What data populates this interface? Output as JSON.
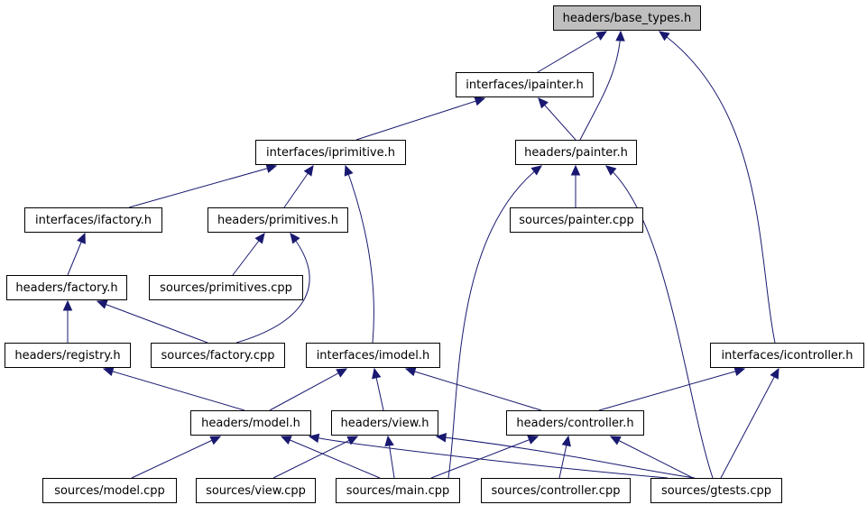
{
  "nodes": {
    "base_types": "headers/base_types.h",
    "ipainter": "interfaces/ipainter.h",
    "iprimitive": "interfaces/iprimitive.h",
    "painter_h": "headers/painter.h",
    "ifactory": "interfaces/ifactory.h",
    "primitives_h": "headers/primitives.h",
    "painter_cpp": "sources/painter.cpp",
    "factory_h": "headers/factory.h",
    "primitives_cpp": "sources/primitives.cpp",
    "registry_h": "headers/registry.h",
    "factory_cpp": "sources/factory.cpp",
    "imodel": "interfaces/imodel.h",
    "icontroller": "interfaces/icontroller.h",
    "model_h": "headers/model.h",
    "view_h": "headers/view.h",
    "controller_h": "headers/controller.h",
    "model_cpp": "sources/model.cpp",
    "view_cpp": "sources/view.cpp",
    "main_cpp": "sources/main.cpp",
    "controller_cpp": "sources/controller.cpp",
    "gtests_cpp": "sources/gtests.cpp"
  },
  "highlighted_node": "base_types",
  "colors": {
    "edge": "#191970",
    "highlight_fill": "#bfbfbf",
    "node_fill": "#ffffff",
    "node_border": "#000000"
  },
  "edges": [
    {
      "from": "ipainter",
      "to": "base_types"
    },
    {
      "from": "painter_h",
      "to": "base_types"
    },
    {
      "from": "icontroller",
      "to": "base_types"
    },
    {
      "from": "iprimitive",
      "to": "ipainter"
    },
    {
      "from": "painter_h",
      "to": "ipainter"
    },
    {
      "from": "ifactory",
      "to": "iprimitive"
    },
    {
      "from": "primitives_h",
      "to": "iprimitive"
    },
    {
      "from": "imodel",
      "to": "iprimitive"
    },
    {
      "from": "main_cpp",
      "to": "painter_h"
    },
    {
      "from": "painter_cpp",
      "to": "painter_h"
    },
    {
      "from": "gtests_cpp",
      "to": "painter_h"
    },
    {
      "from": "factory_h",
      "to": "ifactory"
    },
    {
      "from": "primitives_cpp",
      "to": "primitives_h"
    },
    {
      "from": "factory_cpp",
      "to": "primitives_h"
    },
    {
      "from": "registry_h",
      "to": "factory_h"
    },
    {
      "from": "factory_cpp",
      "to": "factory_h"
    },
    {
      "from": "model_h",
      "to": "registry_h"
    },
    {
      "from": "model_h",
      "to": "imodel"
    },
    {
      "from": "view_h",
      "to": "imodel"
    },
    {
      "from": "controller_h",
      "to": "imodel"
    },
    {
      "from": "controller_h",
      "to": "icontroller"
    },
    {
      "from": "gtests_cpp",
      "to": "icontroller"
    },
    {
      "from": "model_cpp",
      "to": "model_h"
    },
    {
      "from": "main_cpp",
      "to": "model_h"
    },
    {
      "from": "gtests_cpp",
      "to": "model_h"
    },
    {
      "from": "view_cpp",
      "to": "view_h"
    },
    {
      "from": "main_cpp",
      "to": "view_h"
    },
    {
      "from": "gtests_cpp",
      "to": "view_h"
    },
    {
      "from": "main_cpp",
      "to": "controller_h"
    },
    {
      "from": "controller_cpp",
      "to": "controller_h"
    },
    {
      "from": "gtests_cpp",
      "to": "controller_h"
    }
  ]
}
